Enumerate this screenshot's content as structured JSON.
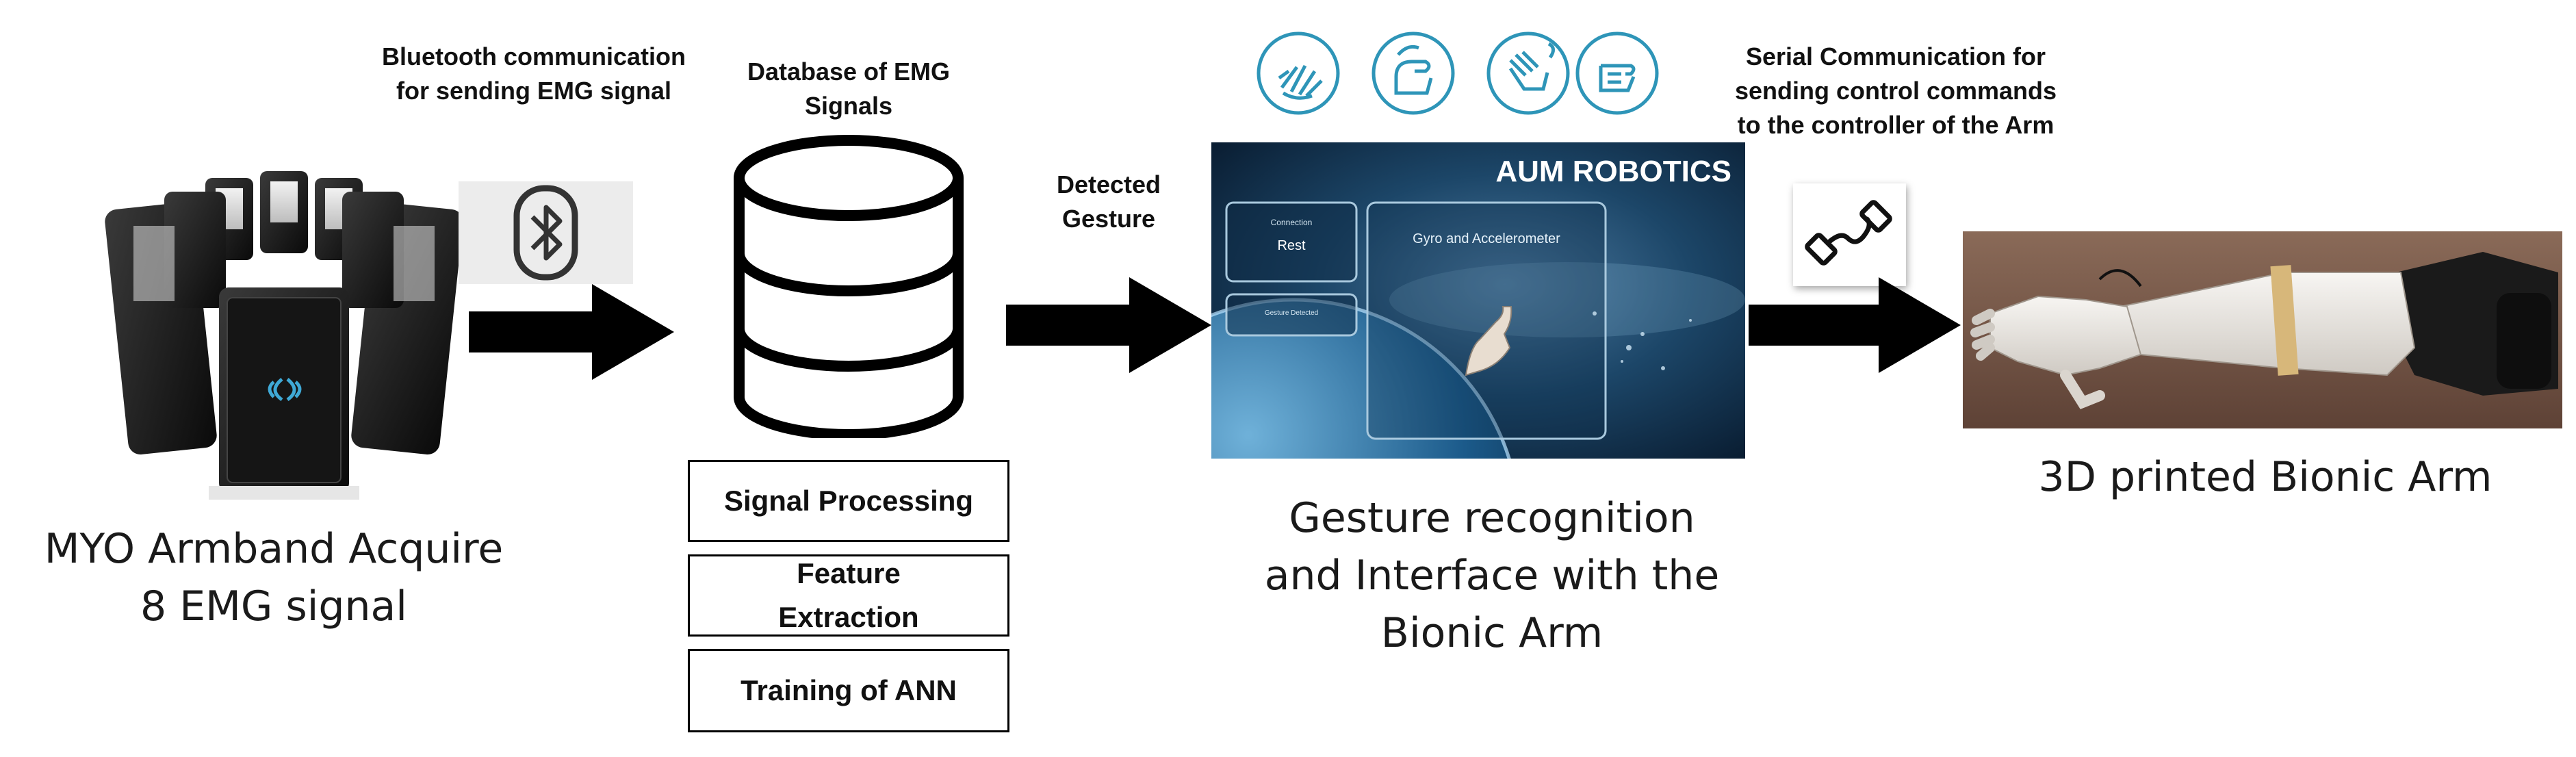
{
  "captions": {
    "bluetooth_line1": "Bluetooth communication",
    "bluetooth_line2": "for sending EMG signal",
    "database_line1": "Database of EMG",
    "database_line2": "Signals",
    "detected_line1": "Detected",
    "detected_line2": "Gesture",
    "serial_line1": "Serial Communication for",
    "serial_line2": "sending control commands",
    "serial_line3": "to the controller of the Arm"
  },
  "labels": {
    "myo_line1": "MYO Armband Acquire",
    "myo_line2": "8 EMG signal",
    "gesture_line1": "Gesture recognition",
    "gesture_line2": "and Interface with the",
    "gesture_line3": "Bionic Arm",
    "bionic_arm": "3D printed Bionic Arm"
  },
  "process_boxes": [
    {
      "line1": "Signal Processing",
      "line2": ""
    },
    {
      "line1": "Feature",
      "line2": "Extraction"
    },
    {
      "line1": "Training of ANN",
      "line2": ""
    }
  ],
  "interface_screen": {
    "brand": "AUM ROBOTICS",
    "panel_left_title": "Connection",
    "panel_left_value": "Rest",
    "panel_left_lower": "Gesture Detected",
    "panel_right_title": "Gyro and Accelerometer"
  },
  "gesture_icons": [
    "spread-fingers-icon",
    "wave-in-icon",
    "wave-out-icon",
    "fist-icon"
  ],
  "colors": {
    "gesture_icon_teal": "#2e95b8",
    "screen_bg": "#12324e",
    "arrow": "#000000"
  }
}
